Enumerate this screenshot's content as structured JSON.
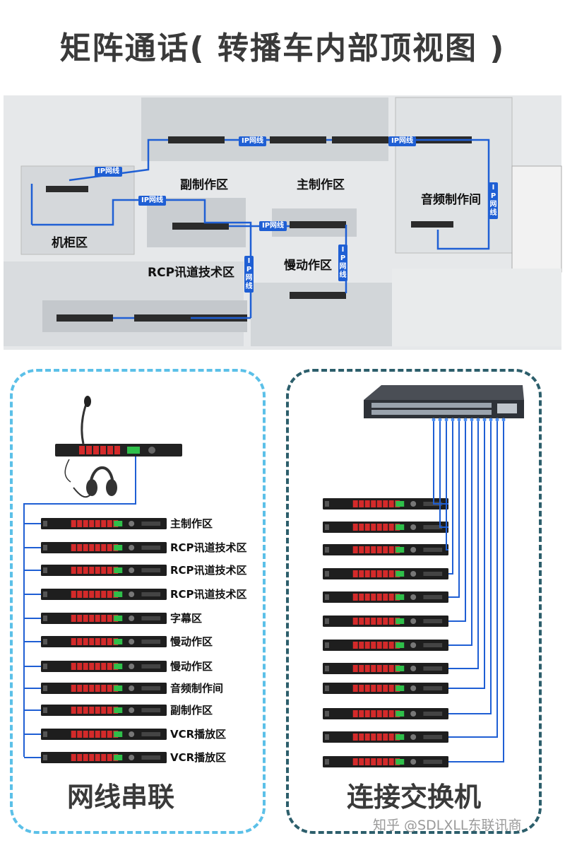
{
  "title": "矩阵通话( 转播车内部顶视图 )",
  "colors": {
    "cable": "#1f5fd4",
    "dash_left": "#5bc0e8",
    "dash_right": "#2c5e6b",
    "unit_red": "#d42a2a"
  },
  "floor_plan": {
    "zones": {
      "fuzhi": "副制作区",
      "zhuzhi": "主制作区",
      "yinpin": "音频制作间",
      "jigui": "机柜区",
      "rcp": "RCP讯道技术区",
      "mandong": "慢动作区"
    },
    "cable_tags": {
      "t1": "IP网线",
      "t2": "IP网线",
      "t3": "IP网线",
      "t4": "IP网线",
      "t5": "IP网线",
      "t6": "IP网线",
      "t7": "IP网线",
      "t8": "IP网线"
    }
  },
  "left_panel": {
    "title": "网线串联",
    "units": [
      "主制作区",
      "RCP讯道技术区",
      "RCP讯道技术区",
      "RCP讯道技术区",
      "字幕区",
      "慢动作区",
      "慢动作区",
      "音频制作间",
      "副制作区",
      "VCR播放区",
      "VCR播放区"
    ]
  },
  "right_panel": {
    "title": "连接交换机",
    "unit_count": 12
  },
  "watermark": "知乎 @SDLXLL东联讯商"
}
